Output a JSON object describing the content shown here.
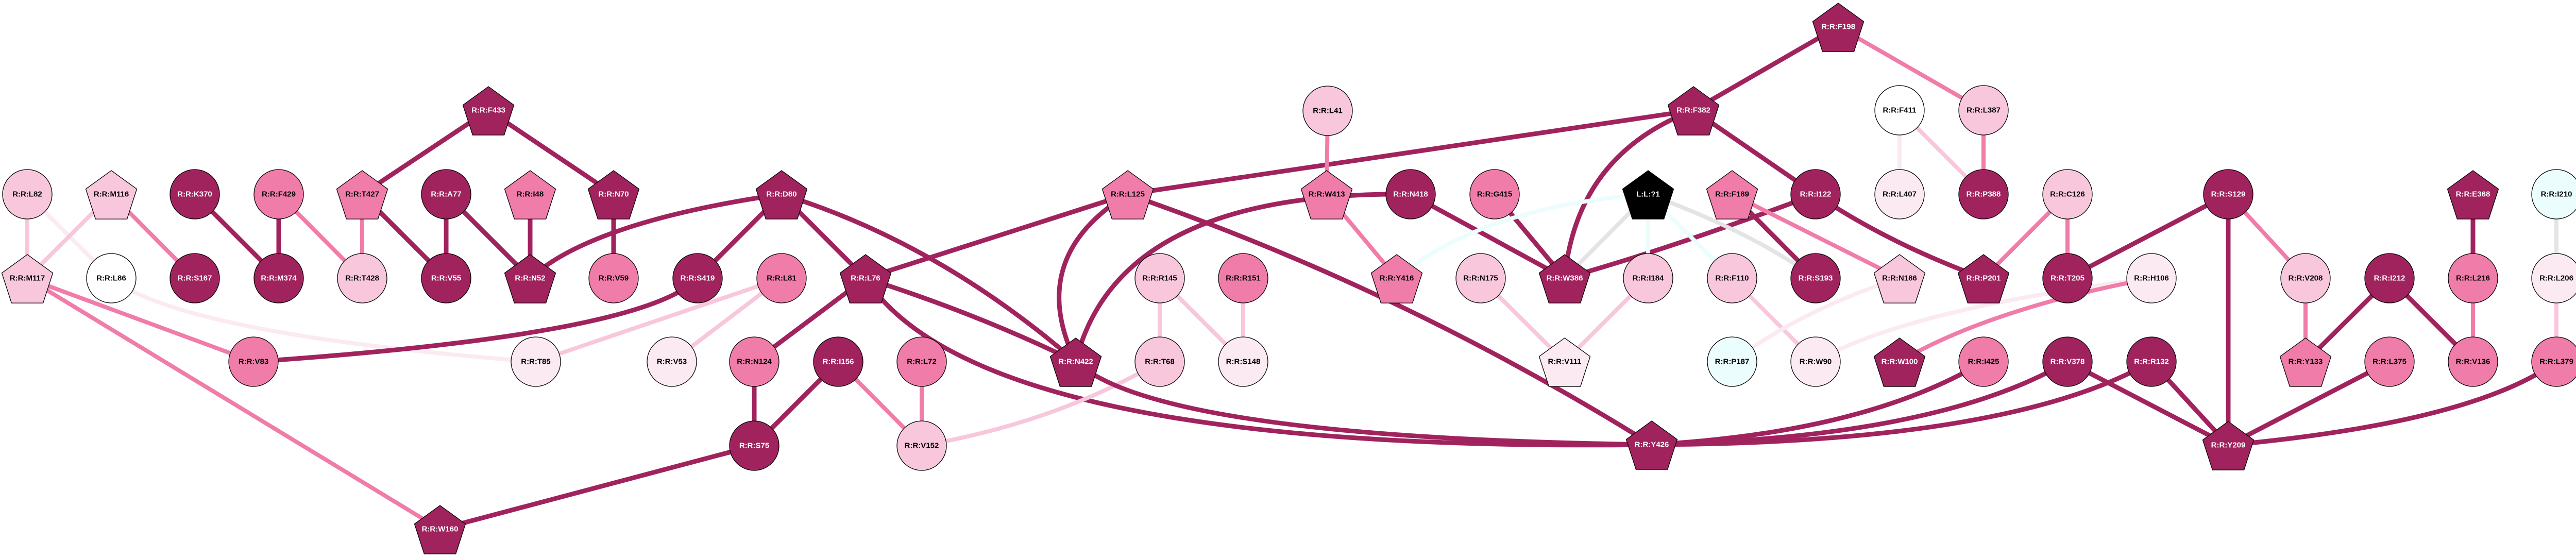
{
  "colors": {
    "dark": "#a0235e",
    "mid": "#f07ca9",
    "light": "#f8c7dc",
    "vlight": "#fbeaf2",
    "white": "#ffffff",
    "cyan": "#ebfdfd",
    "black": "#000000",
    "grey": "#e4e4e4"
  },
  "nodes": [
    {
      "label": "R:R:L82",
      "shape": "circle",
      "tone": "light"
    },
    {
      "label": "R:R:M116",
      "shape": "pentagon",
      "tone": "light"
    },
    {
      "label": "R:R:K370",
      "shape": "circle",
      "tone": "dark"
    },
    {
      "label": "R:R:F429",
      "shape": "circle",
      "tone": "mid"
    },
    {
      "label": "R:R:T427",
      "shape": "pentagon",
      "tone": "mid"
    },
    {
      "label": "R:R:A77",
      "shape": "circle",
      "tone": "dark"
    },
    {
      "label": "R:R:I48",
      "shape": "pentagon",
      "tone": "mid"
    },
    {
      "label": "R:R:N70",
      "shape": "pentagon",
      "tone": "dark"
    },
    {
      "label": "R:R:F433",
      "shape": "pentagon",
      "tone": "dark"
    },
    {
      "label": "R:R:M117",
      "shape": "pentagon",
      "tone": "light"
    },
    {
      "label": "R:R:L86",
      "shape": "circle",
      "tone": "white"
    },
    {
      "label": "R:R:S167",
      "shape": "circle",
      "tone": "dark"
    },
    {
      "label": "R:R:M374",
      "shape": "circle",
      "tone": "dark"
    },
    {
      "label": "R:R:T428",
      "shape": "circle",
      "tone": "light"
    },
    {
      "label": "R:R:V55",
      "shape": "circle",
      "tone": "dark"
    },
    {
      "label": "R:R:N52",
      "shape": "pentagon",
      "tone": "dark"
    },
    {
      "label": "R:R:V59",
      "shape": "circle",
      "tone": "mid"
    },
    {
      "label": "R:R:V83",
      "shape": "circle",
      "tone": "mid"
    },
    {
      "label": "R:R:T85",
      "shape": "circle",
      "tone": "vlight"
    },
    {
      "label": "R:R:V53",
      "shape": "circle",
      "tone": "vlight"
    },
    {
      "label": "R:R:W160",
      "shape": "pentagon",
      "tone": "dark"
    },
    {
      "label": "R:R:D80",
      "shape": "pentagon",
      "tone": "dark"
    },
    {
      "label": "R:R:S419",
      "shape": "circle",
      "tone": "dark"
    },
    {
      "label": "R:R:L81",
      "shape": "circle",
      "tone": "mid"
    },
    {
      "label": "R:R:L76",
      "shape": "pentagon",
      "tone": "dark"
    },
    {
      "label": "R:R:N124",
      "shape": "circle",
      "tone": "mid"
    },
    {
      "label": "R:R:I156",
      "shape": "circle",
      "tone": "dark"
    },
    {
      "label": "R:R:L72",
      "shape": "circle",
      "tone": "mid"
    },
    {
      "label": "R:R:S75",
      "shape": "circle",
      "tone": "dark"
    },
    {
      "label": "R:R:V152",
      "shape": "circle",
      "tone": "light"
    },
    {
      "label": "R:R:L125",
      "shape": "pentagon",
      "tone": "mid"
    },
    {
      "label": "R:R:N422",
      "shape": "pentagon",
      "tone": "dark"
    },
    {
      "label": "R:R:R145",
      "shape": "circle",
      "tone": "light"
    },
    {
      "label": "R:R:R151",
      "shape": "circle",
      "tone": "mid"
    },
    {
      "label": "R:R:T68",
      "shape": "circle",
      "tone": "light"
    },
    {
      "label": "R:R:S148",
      "shape": "circle",
      "tone": "vlight"
    },
    {
      "label": "R:R:L41",
      "shape": "circle",
      "tone": "light"
    },
    {
      "label": "R:R:W413",
      "shape": "pentagon",
      "tone": "mid"
    },
    {
      "label": "R:R:Y416",
      "shape": "pentagon",
      "tone": "mid"
    },
    {
      "label": "R:R:N418",
      "shape": "circle",
      "tone": "dark"
    },
    {
      "label": "R:R:G415",
      "shape": "circle",
      "tone": "mid"
    },
    {
      "label": "R:R:N175",
      "shape": "circle",
      "tone": "light"
    },
    {
      "label": "R:R:W386",
      "shape": "pentagon",
      "tone": "dark"
    },
    {
      "label": "R:R:V111",
      "shape": "pentagon",
      "tone": "vlight"
    },
    {
      "label": "L:L:?1",
      "shape": "pentagon",
      "tone": "black"
    },
    {
      "label": "R:R:I184",
      "shape": "circle",
      "tone": "light"
    },
    {
      "label": "R:R:F382",
      "shape": "pentagon",
      "tone": "dark"
    },
    {
      "label": "R:R:F198",
      "shape": "pentagon",
      "tone": "dark"
    },
    {
      "label": "R:R:F189",
      "shape": "pentagon",
      "tone": "mid"
    },
    {
      "label": "R:R:F110",
      "shape": "circle",
      "tone": "light"
    },
    {
      "label": "R:R:P187",
      "shape": "circle",
      "tone": "cyan"
    },
    {
      "label": "R:R:I122",
      "shape": "circle",
      "tone": "dark"
    },
    {
      "label": "R:R:S193",
      "shape": "circle",
      "tone": "dark"
    },
    {
      "label": "R:R:W90",
      "shape": "circle",
      "tone": "vlight"
    },
    {
      "label": "R:R:Y426",
      "shape": "pentagon",
      "tone": "dark"
    },
    {
      "label": "R:R:F411",
      "shape": "circle",
      "tone": "white"
    },
    {
      "label": "R:R:L407",
      "shape": "circle",
      "tone": "vlight"
    },
    {
      "label": "R:R:N186",
      "shape": "pentagon",
      "tone": "light"
    },
    {
      "label": "R:R:W100",
      "shape": "pentagon",
      "tone": "dark"
    },
    {
      "label": "R:R:L387",
      "shape": "circle",
      "tone": "light"
    },
    {
      "label": "R:R:P388",
      "shape": "circle",
      "tone": "dark"
    },
    {
      "label": "R:R:P201",
      "shape": "pentagon",
      "tone": "dark"
    },
    {
      "label": "R:R:I425",
      "shape": "circle",
      "tone": "mid"
    },
    {
      "label": "R:R:C126",
      "shape": "circle",
      "tone": "light"
    },
    {
      "label": "R:R:T205",
      "shape": "circle",
      "tone": "dark"
    },
    {
      "label": "R:R:V378",
      "shape": "circle",
      "tone": "dark"
    },
    {
      "label": "R:R:H106",
      "shape": "circle",
      "tone": "vlight"
    },
    {
      "label": "R:R:R132",
      "shape": "circle",
      "tone": "dark"
    },
    {
      "label": "R:R:S129",
      "shape": "circle",
      "tone": "dark"
    },
    {
      "label": "R:R:Y209",
      "shape": "pentagon",
      "tone": "dark"
    },
    {
      "label": "R:R:V208",
      "shape": "circle",
      "tone": "light"
    },
    {
      "label": "R:R:Y133",
      "shape": "pentagon",
      "tone": "mid"
    },
    {
      "label": "R:R:I212",
      "shape": "circle",
      "tone": "dark"
    },
    {
      "label": "R:R:L375",
      "shape": "circle",
      "tone": "mid"
    },
    {
      "label": "R:R:E368",
      "shape": "pentagon",
      "tone": "dark"
    },
    {
      "label": "R:R:L216",
      "shape": "circle",
      "tone": "mid"
    },
    {
      "label": "R:R:V136",
      "shape": "circle",
      "tone": "mid"
    },
    {
      "label": "R:R:I210",
      "shape": "circle",
      "tone": "cyan"
    },
    {
      "label": "R:R:L206",
      "shape": "circle",
      "tone": "vlight"
    },
    {
      "label": "R:R:L379",
      "shape": "circle",
      "tone": "mid"
    }
  ],
  "edges": [
    [
      "R:R:L82",
      "R:R:M117",
      "light"
    ],
    [
      "R:R:L82",
      "R:R:L86",
      "vlight"
    ],
    [
      "R:R:M116",
      "R:R:M117",
      "light"
    ],
    [
      "R:R:M116",
      "R:R:S167",
      "mid"
    ],
    [
      "R:R:K370",
      "R:R:M374",
      "dark"
    ],
    [
      "R:R:F429",
      "R:R:M374",
      "dark"
    ],
    [
      "R:R:F429",
      "R:R:T428",
      "mid"
    ],
    [
      "R:R:T427",
      "R:R:T428",
      "mid"
    ],
    [
      "R:R:T427",
      "R:R:V55",
      "dark"
    ],
    [
      "R:R:A77",
      "R:R:V55",
      "dark"
    ],
    [
      "R:R:A77",
      "R:R:N52",
      "dark"
    ],
    [
      "R:R:I48",
      "R:R:N52",
      "dark"
    ],
    [
      "R:R:N70",
      "R:R:V59",
      "dark"
    ],
    [
      "R:R:F433",
      "R:R:T427",
      "dark"
    ],
    [
      "R:R:F433",
      "R:R:N70",
      "dark"
    ],
    [
      "R:R:M117",
      "R:R:V83",
      "mid"
    ],
    [
      "R:R:M117",
      "R:R:W160",
      "mid"
    ],
    [
      "R:R:L86",
      "R:R:T85",
      "vlight"
    ],
    [
      "R:R:V83",
      "R:R:S419",
      "dark"
    ],
    [
      "R:R:N52",
      "R:R:D80",
      "dark"
    ],
    [
      "R:R:W160",
      "R:R:S75",
      "dark"
    ],
    [
      "R:R:T85",
      "R:R:L81",
      "light"
    ],
    [
      "R:R:V53",
      "R:R:L81",
      "light"
    ],
    [
      "R:R:D80",
      "R:R:S419",
      "dark"
    ],
    [
      "R:R:D80",
      "R:R:L76",
      "dark"
    ],
    [
      "R:R:D80",
      "R:R:N422",
      "dark"
    ],
    [
      "R:R:L76",
      "R:R:L125",
      "dark"
    ],
    [
      "R:R:L76",
      "R:R:N124",
      "dark"
    ],
    [
      "R:R:L76",
      "R:R:N422",
      "dark"
    ],
    [
      "R:R:L76",
      "R:R:Y426",
      "dark"
    ],
    [
      "R:R:N124",
      "R:R:S75",
      "dark"
    ],
    [
      "R:R:I156",
      "R:R:S75",
      "dark"
    ],
    [
      "R:R:I156",
      "R:R:V152",
      "mid"
    ],
    [
      "R:R:L72",
      "R:R:V152",
      "mid"
    ],
    [
      "R:R:V152",
      "R:R:T68",
      "light"
    ],
    [
      "R:R:L125",
      "R:R:N422",
      "dark"
    ],
    [
      "R:R:L125",
      "R:R:F382",
      "dark"
    ],
    [
      "R:R:L125",
      "R:R:Y426",
      "dark"
    ],
    [
      "R:R:N418",
      "R:R:N422",
      "dark"
    ],
    [
      "R:R:N422",
      "R:R:Y426",
      "dark"
    ],
    [
      "R:R:R145",
      "R:R:T68",
      "light"
    ],
    [
      "R:R:R145",
      "R:R:S148",
      "light"
    ],
    [
      "R:R:R151",
      "R:R:S148",
      "light"
    ],
    [
      "R:R:L41",
      "R:R:W413",
      "mid"
    ],
    [
      "R:R:W413",
      "R:R:Y416",
      "mid"
    ],
    [
      "R:R:N418",
      "R:R:W386",
      "dark"
    ],
    [
      "R:R:G415",
      "R:R:W386",
      "dark"
    ],
    [
      "R:R:F382",
      "R:R:W386",
      "dark"
    ],
    [
      "R:R:F382",
      "R:R:F198",
      "dark"
    ],
    [
      "R:R:F382",
      "R:R:I122",
      "dark"
    ],
    [
      "R:R:F198",
      "R:R:L387",
      "mid"
    ],
    [
      "R:R:L387",
      "R:R:P388",
      "mid"
    ],
    [
      "R:R:F411",
      "R:R:L407",
      "vlight"
    ],
    [
      "R:R:F411",
      "R:R:P388",
      "light"
    ],
    [
      "R:R:I122",
      "R:R:W386",
      "dark"
    ],
    [
      "R:R:I122",
      "R:R:P201",
      "dark"
    ],
    [
      "R:R:F189",
      "R:R:S193",
      "dark"
    ],
    [
      "R:R:F189",
      "R:R:N186",
      "mid"
    ],
    [
      "L:L:?1",
      "R:R:W386",
      "grey"
    ],
    [
      "L:L:?1",
      "R:R:S193",
      "grey"
    ],
    [
      "L:L:?1",
      "R:R:Y416",
      "cyan"
    ],
    [
      "L:L:?1",
      "R:R:I184",
      "cyan"
    ],
    [
      "L:L:?1",
      "R:R:F110",
      "cyan"
    ],
    [
      "R:R:N175",
      "R:R:V111",
      "light"
    ],
    [
      "R:R:I184",
      "R:R:V111",
      "light"
    ],
    [
      "R:R:F110",
      "R:R:W90",
      "light"
    ],
    [
      "R:R:N186",
      "R:R:P187",
      "vlight"
    ],
    [
      "R:R:W90",
      "R:R:H106",
      "vlight"
    ],
    [
      "R:R:W100",
      "R:R:H106",
      "mid"
    ],
    [
      "R:R:C126",
      "R:R:P201",
      "mid"
    ],
    [
      "R:R:C126",
      "R:R:T205",
      "mid"
    ],
    [
      "R:R:S129",
      "R:R:T205",
      "dark"
    ],
    [
      "R:R:S129",
      "R:R:Y209",
      "dark"
    ],
    [
      "R:R:S129",
      "R:R:V208",
      "mid"
    ],
    [
      "R:R:I425",
      "R:R:Y426",
      "dark"
    ],
    [
      "R:R:V378",
      "R:R:Y426",
      "dark"
    ],
    [
      "R:R:R132",
      "R:R:Y426",
      "dark"
    ],
    [
      "R:R:V378",
      "R:R:Y209",
      "dark"
    ],
    [
      "R:R:R132",
      "R:R:Y209",
      "dark"
    ],
    [
      "R:R:L375",
      "R:R:Y209",
      "dark"
    ],
    [
      "R:R:L379",
      "R:R:Y209",
      "dark"
    ],
    [
      "R:R:V208",
      "R:R:Y133",
      "mid"
    ],
    [
      "R:R:I212",
      "R:R:Y133",
      "dark"
    ],
    [
      "R:R:I212",
      "R:R:V136",
      "dark"
    ],
    [
      "R:R:E368",
      "R:R:L216",
      "dark"
    ],
    [
      "R:R:L216",
      "R:R:V136",
      "mid"
    ],
    [
      "R:R:I210",
      "R:R:L206",
      "grey"
    ],
    [
      "R:R:L206",
      "R:R:L379",
      "light"
    ]
  ]
}
